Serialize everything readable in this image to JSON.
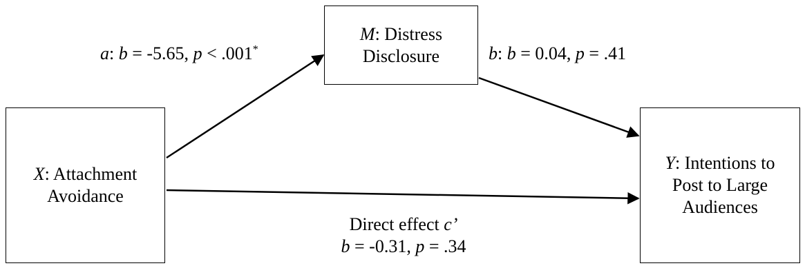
{
  "nodes": {
    "m": {
      "var": "M",
      "line1_rest": ": Distress",
      "line2": "Disclosure"
    },
    "x": {
      "var": "X",
      "line1_rest": ": Attachment",
      "line2": "Avoidance"
    },
    "y": {
      "var": "Y",
      "line1_rest": ": Intentions to",
      "line2": "Post to Large",
      "line3": "Audiences"
    }
  },
  "paths": {
    "a": {
      "path": "a",
      "colon": ": ",
      "b_sym": "b",
      "b_eq": " = -5.65, ",
      "p_sym": "p",
      "p_eq": " < .001",
      "star": "*"
    },
    "b": {
      "path": "b",
      "colon": ": ",
      "b_sym": "b",
      "b_eq": " = 0.04, ",
      "p_sym": "p",
      "p_eq": " = .41"
    },
    "c": {
      "title_text": "Direct effect ",
      "title_sym": "c’",
      "b_sym": "b",
      "b_eq": " = -0.31, ",
      "p_sym": "p",
      "p_eq": " = .34"
    }
  },
  "colors": {
    "stroke": "#000000",
    "background": "#ffffff"
  }
}
